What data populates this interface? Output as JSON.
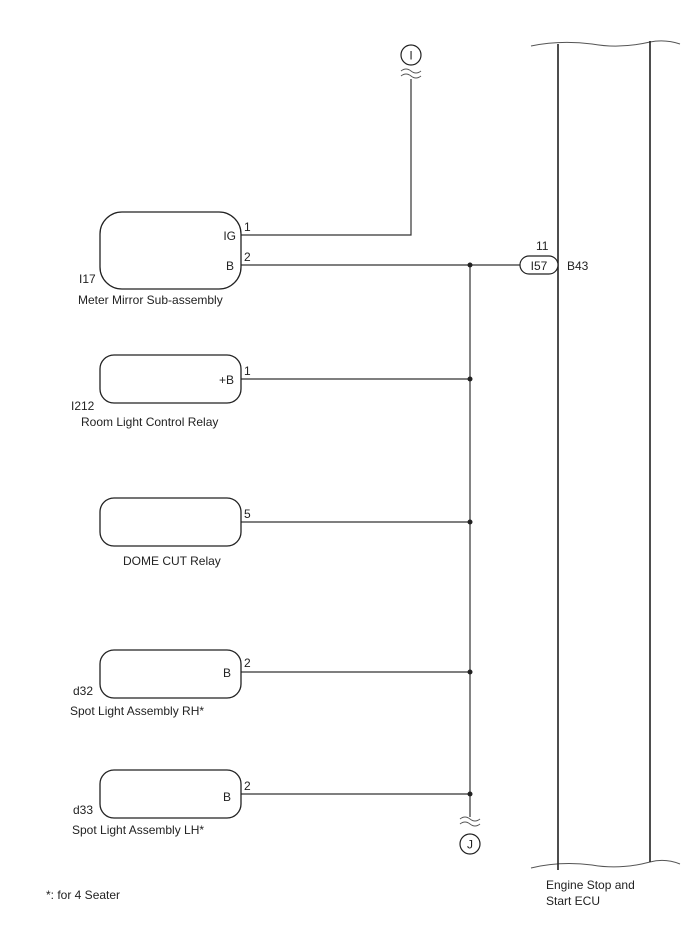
{
  "connectors": {
    "top_ref": "I",
    "bottom_ref": "J"
  },
  "components": [
    {
      "code": "I17",
      "name": "Meter Mirror Sub-assembly",
      "terminals": [
        {
          "label": "IG",
          "pin": "1"
        },
        {
          "label": "B",
          "pin": "2"
        }
      ]
    },
    {
      "code": "I212",
      "name": "Room Light Control Relay",
      "terminals": [
        {
          "label": "+B",
          "pin": "1"
        }
      ]
    },
    {
      "code": "",
      "name": "DOME CUT Relay",
      "terminals": [
        {
          "label": "",
          "pin": "5"
        }
      ]
    },
    {
      "code": "d32",
      "name": "Spot Light Assembly RH*",
      "terminals": [
        {
          "label": "B",
          "pin": "2"
        }
      ]
    },
    {
      "code": "d33",
      "name": "Spot Light Assembly LH*",
      "terminals": [
        {
          "label": "B",
          "pin": "2"
        }
      ]
    }
  ],
  "ecu": {
    "name_line1": "Engine Stop and",
    "name_line2": "Start ECU",
    "connector_code": "B43",
    "inline_connector": "I57",
    "pin": "11"
  },
  "footnote": "*: for 4 Seater"
}
